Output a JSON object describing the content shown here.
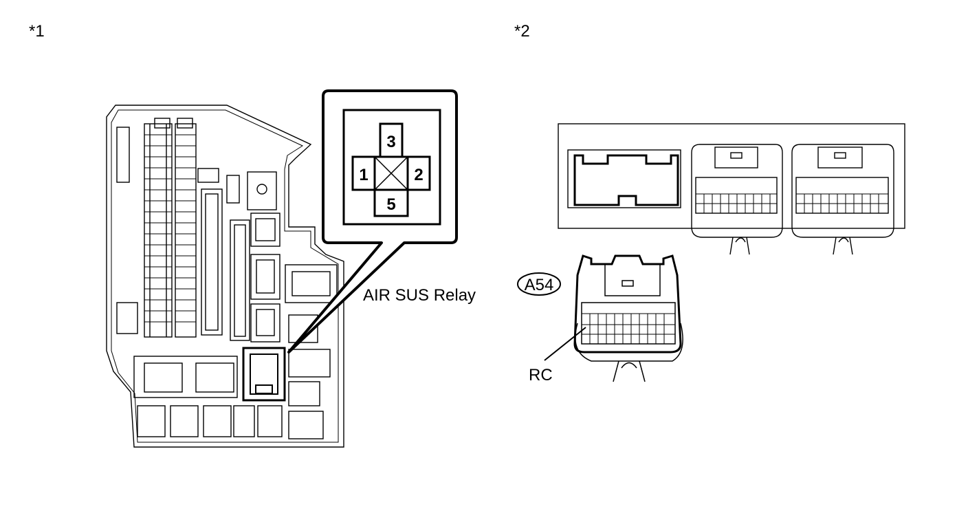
{
  "panels": {
    "left": {
      "marker": "*1"
    },
    "right": {
      "marker": "*2"
    }
  },
  "relay": {
    "name": "AIR SUS Relay",
    "terminals": {
      "top": "3",
      "left": "1",
      "right": "2",
      "bottom": "5"
    }
  },
  "connector": {
    "code": "A54",
    "pin_label": "RC"
  }
}
